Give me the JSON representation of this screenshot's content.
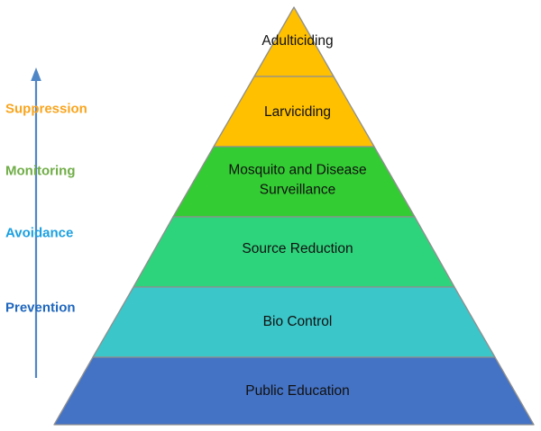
{
  "diagram": {
    "background_color": "#ffffff",
    "pyramid": {
      "outline_color": "#8f8f8f",
      "label_color": "#111111",
      "levels": [
        {
          "text": "Adulticiding",
          "color": "#FFC000"
        },
        {
          "text": "Larviciding",
          "color": "#FFC000"
        },
        {
          "text": "Mosquito and Disease Surveillance",
          "color": "#33CC33"
        },
        {
          "text": "Source Reduction",
          "color": "#2ED47C"
        },
        {
          "text": "Bio Control",
          "color": "#3BC6C9"
        },
        {
          "text": "Public Education",
          "color": "#4472C4"
        }
      ]
    },
    "side_axis": {
      "arrow": {
        "direction": "up",
        "color": "#4F86C6"
      },
      "labels": [
        {
          "text": "Suppression",
          "color": "#F9A51E"
        },
        {
          "text": "Monitoring",
          "color": "#70AD47"
        },
        {
          "text": "Avoidance",
          "color": "#1BA0E1"
        },
        {
          "text": "Prevention",
          "color": "#1E66BE"
        }
      ]
    }
  }
}
